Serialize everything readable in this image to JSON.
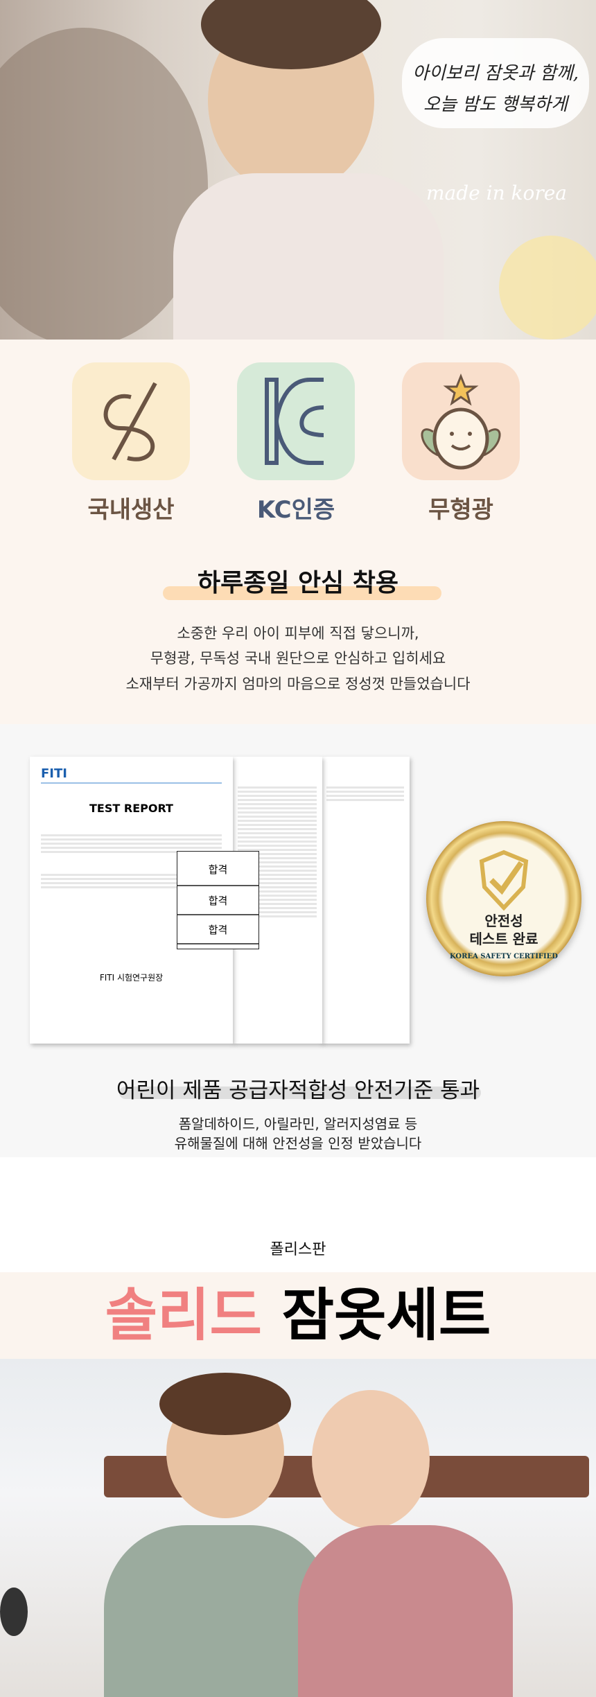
{
  "hero": {
    "bubble_line1": "아이보리 잠옷과 함께,",
    "bubble_line2": "오늘 밤도 행복하게",
    "made_in": "made in korea"
  },
  "features": [
    {
      "label": "국내생산",
      "icon": "needle-thread-icon",
      "bg": "#fbeccd",
      "color": "#6b5443"
    },
    {
      "label": "KC인증",
      "icon": "kc-mark-icon",
      "bg": "#d6ead8",
      "color": "#4a5a78"
    },
    {
      "label": "무형광",
      "icon": "smiley-sprout-icon",
      "bg": "#f9dfcc",
      "color": "#6b5443"
    }
  ],
  "safety": {
    "title": "하루종일 안심 착용",
    "lines": [
      "소중한 우리 아이 피부에 직접 닿으니까,",
      "무형광, 무독성 국내 원단으로 안심하고 입히세요",
      "소재부터 가공까지 엄마의 마음으로 정성껏 만들었습니다"
    ]
  },
  "report": {
    "logo": "FITI",
    "title": "TEST REPORT",
    "results": [
      "합격",
      "합격",
      "합격"
    ],
    "signer": "FITI 시험연구원장",
    "badge_line1": "안전성",
    "badge_line2": "테스트 완료",
    "badge_ring": "KOREA SAFETY CERTIFIED",
    "heading": "어린이 제품 공급자적합성 안전기준 통과",
    "lines": [
      "폼알데하이드, 아릴라민, 알러지성염료 등",
      "유해물질에 대해 안전성을 인정 받았습니다"
    ]
  },
  "product": {
    "material": "폴리스판",
    "title_accent": "솔리드",
    "title_rest": "잠옷세트",
    "accent_color": "#f08080"
  }
}
